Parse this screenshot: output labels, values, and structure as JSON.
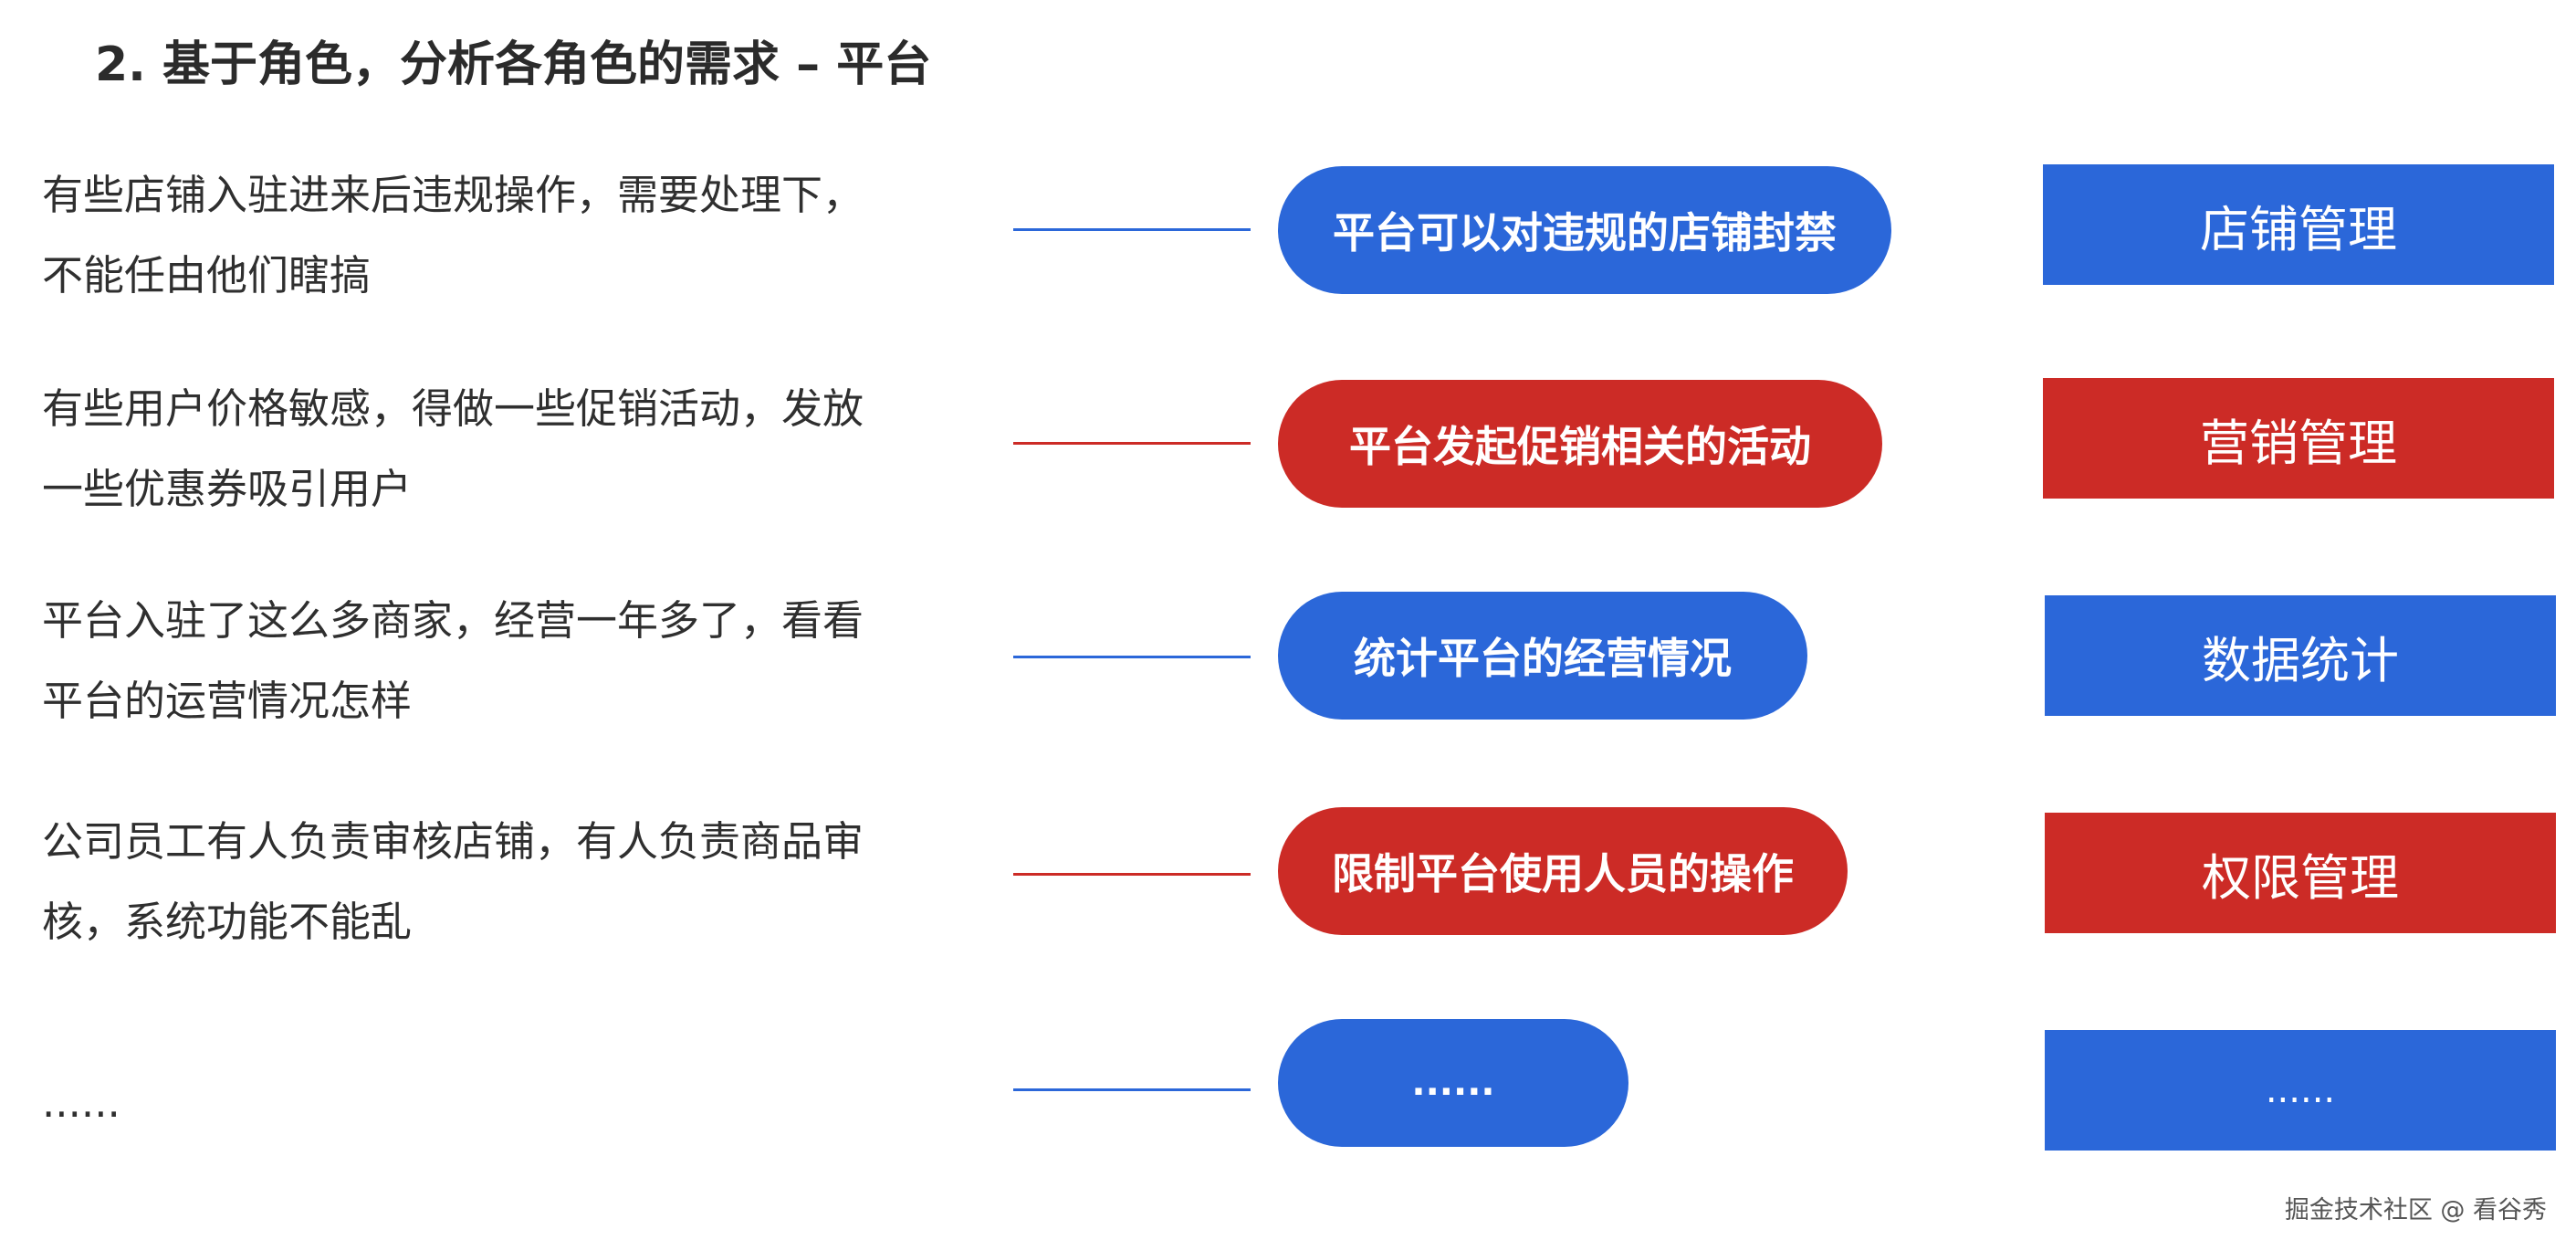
{
  "title": "2. 基于角色，分析各角色的需求 – 平台",
  "colors": {
    "blue": "#2b67d9",
    "red": "#cc2b26",
    "text": "#2f2f2f"
  },
  "rows": [
    {
      "description_lines": [
        "有些店铺入驻进来后违规操作，需要处理下，",
        "不能任由他们瞎搞"
      ],
      "requirement": "平台可以对违规的店铺封禁",
      "module": "店铺管理",
      "color": "blue"
    },
    {
      "description_lines": [
        "有些用户价格敏感，得做一些促销活动，发放",
        "一些优惠券吸引用户"
      ],
      "requirement": "平台发起促销相关的活动",
      "module": "营销管理",
      "color": "red"
    },
    {
      "description_lines": [
        "平台入驻了这么多商家，经营一年多了，看看",
        "平台的运营情况怎样"
      ],
      "requirement": "统计平台的经营情况",
      "module": "数据统计",
      "color": "blue"
    },
    {
      "description_lines": [
        "公司员工有人负责审核店铺，有人负责商品审",
        "核，系统功能不能乱"
      ],
      "requirement": "限制平台使用人员的操作",
      "module": "权限管理",
      "color": "red"
    },
    {
      "description_lines": [
        "......"
      ],
      "requirement": "......",
      "module": "......",
      "color": "blue"
    }
  ],
  "watermark": "掘金技术社区 @ 看谷秀"
}
